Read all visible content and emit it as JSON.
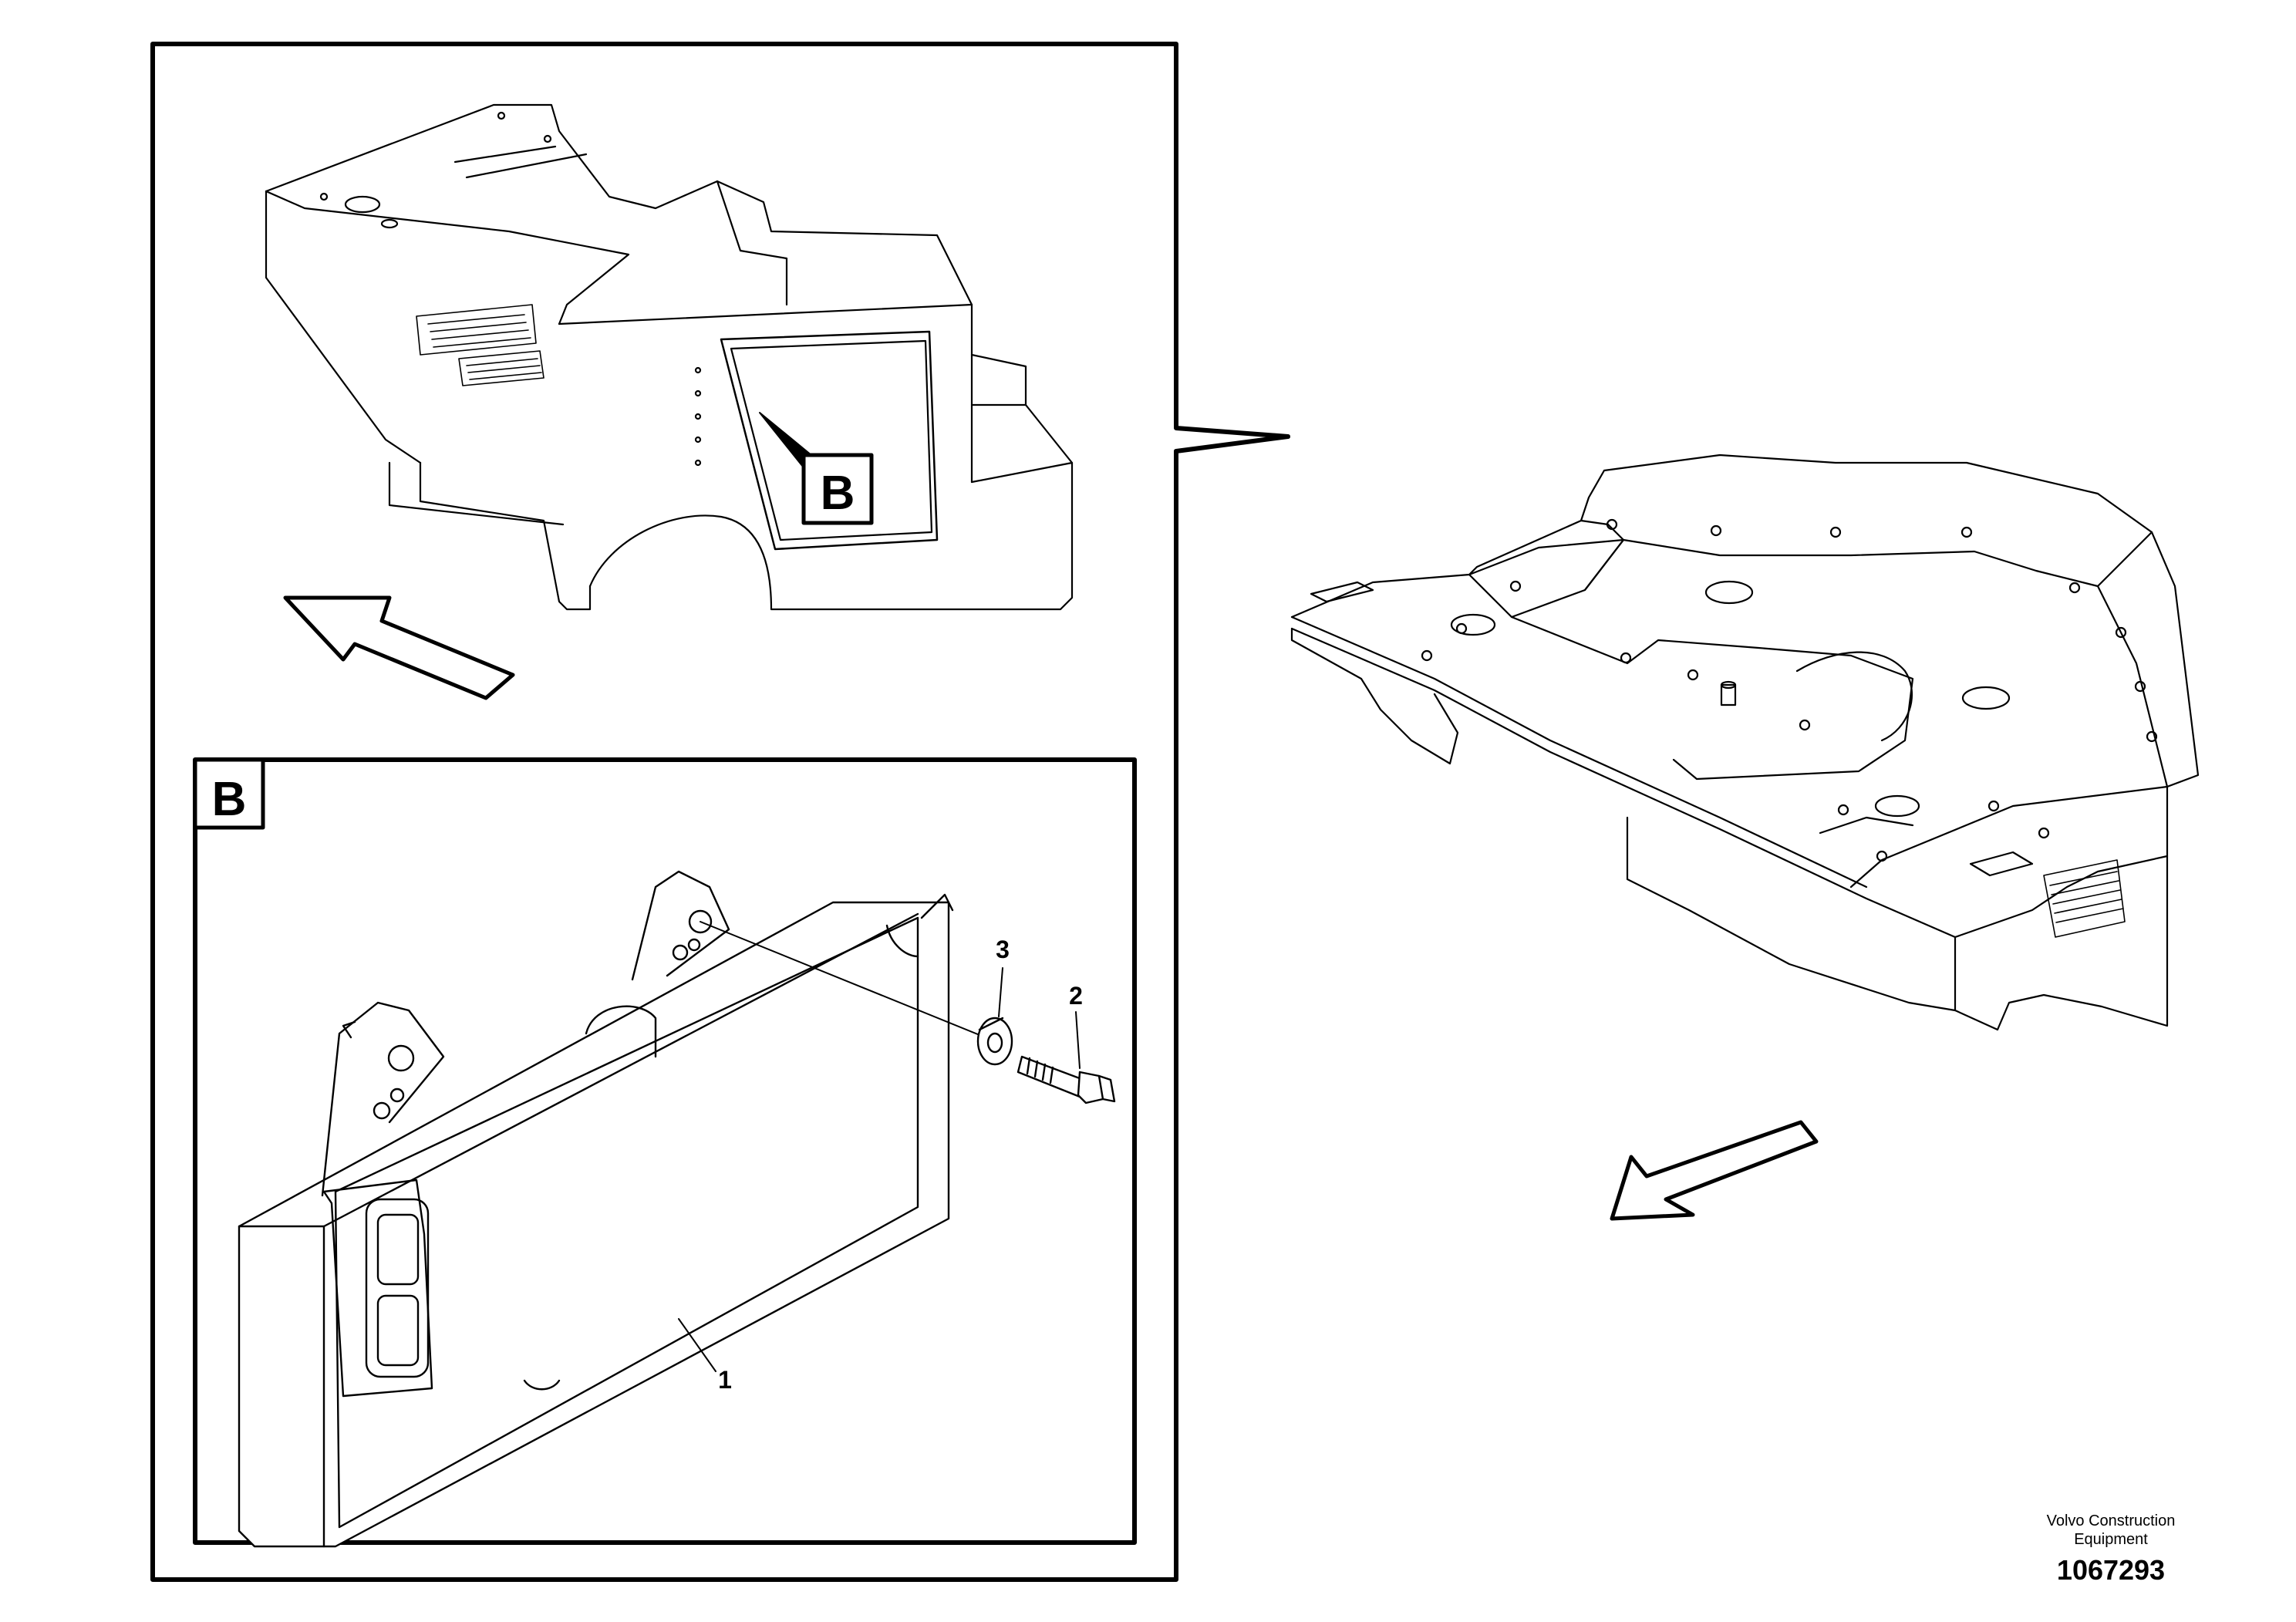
{
  "detail_view_label": "B",
  "detail_marker_label": "B",
  "callouts": [
    {
      "id": "1",
      "label": "1"
    },
    {
      "id": "2",
      "label": "2"
    },
    {
      "id": "3",
      "label": "3"
    }
  ],
  "footer": {
    "company_line1": "Volvo Construction",
    "company_line2": "Equipment",
    "drawing_number": "1067293"
  },
  "colors": {
    "line": "#000000",
    "background": "#ffffff"
  }
}
